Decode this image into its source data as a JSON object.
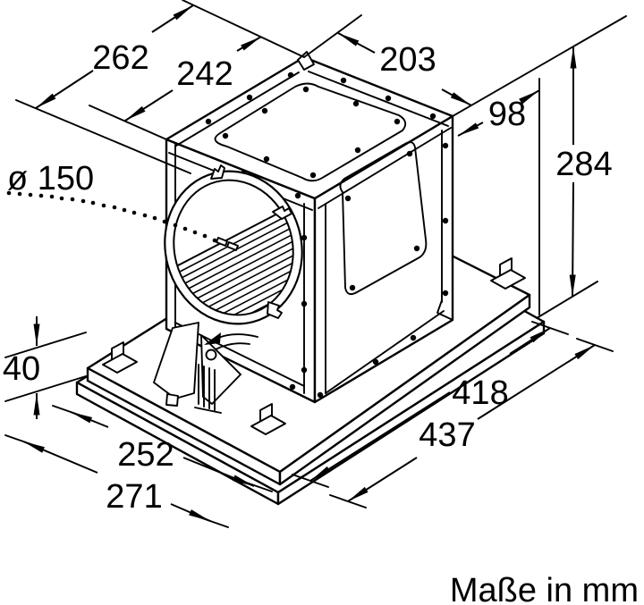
{
  "drawing": {
    "unit_note": "Maße in mm",
    "dims": {
      "overall_width": "262",
      "housing_width": "242",
      "top_depth": "203",
      "corner_offset": "98",
      "total_height": "284",
      "duct_diameter": "ø 150",
      "plate_thickness": "40",
      "plate_front_inner": "252",
      "plate_front_outer": "271",
      "plate_side_inner": "418",
      "plate_side_outer": "437"
    },
    "colors": {
      "line": "#000000",
      "background": "#ffffff"
    }
  }
}
